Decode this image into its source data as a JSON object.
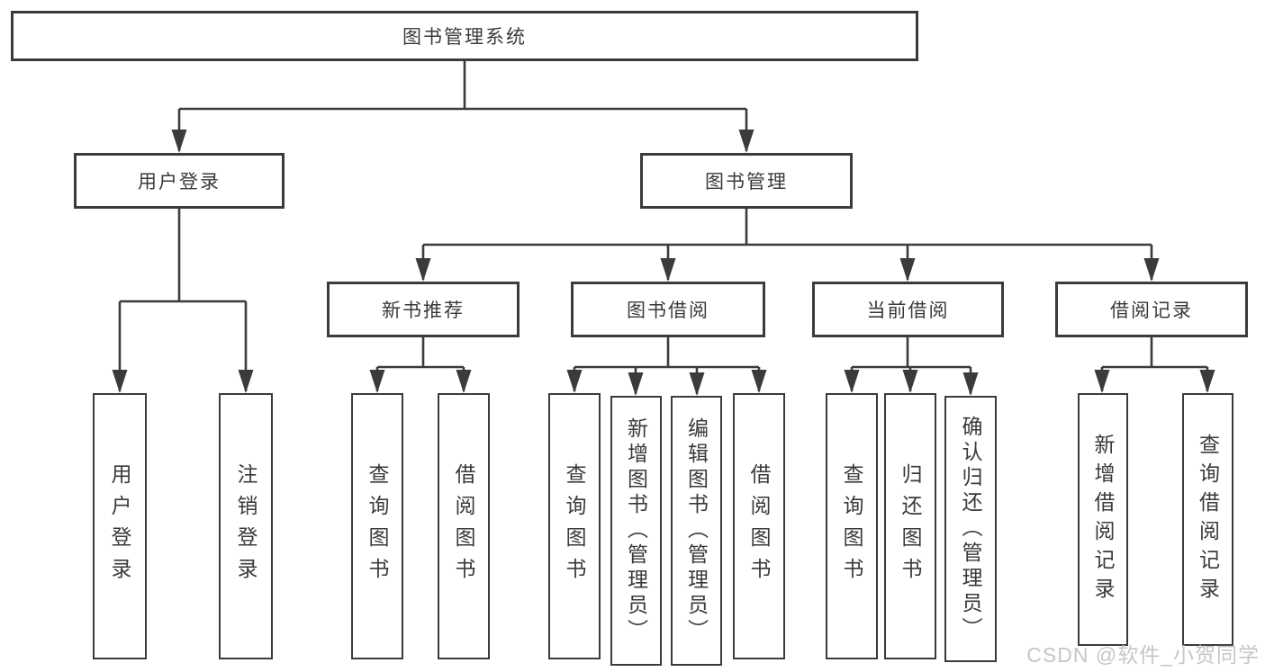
{
  "tree": {
    "root": "图书管理系统",
    "children": [
      {
        "label": "用户登录",
        "children": [
          "用户登录",
          "注销登录"
        ]
      },
      {
        "label": "图书管理",
        "children": [
          {
            "label": "新书推荐",
            "children": [
              "查询图书",
              "借阅图书"
            ]
          },
          {
            "label": "图书借阅",
            "children": [
              "查询图书",
              "新增图书（管理员）",
              "编辑图书（管理员）",
              "借阅图书"
            ]
          },
          {
            "label": "当前借阅",
            "children": [
              "查询图书",
              "归还图书",
              "确认归还（管理员）"
            ]
          },
          {
            "label": "借阅记录",
            "children": [
              "新增借阅记录",
              "查询借阅记录"
            ]
          }
        ]
      }
    ]
  },
  "watermark": "CSDN @软件_小贺同学",
  "colors": {
    "line": "#3b3b3b",
    "text": "#3a3a3a",
    "watermark": "#c6c6c6",
    "background": "#ffffff"
  }
}
